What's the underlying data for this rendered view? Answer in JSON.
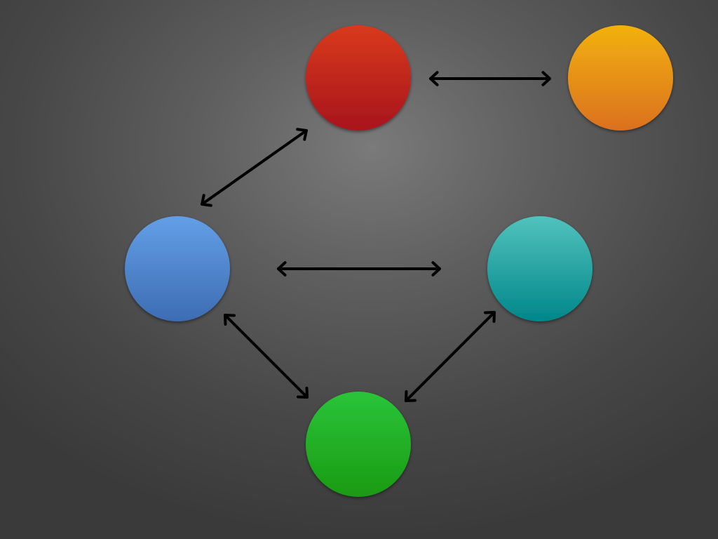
{
  "diagram": {
    "nodes": [
      {
        "id": "red",
        "name": "red-node",
        "color_top": "#d83a1c",
        "color_bottom": "#a8141a"
      },
      {
        "id": "orange",
        "name": "orange-node",
        "color_top": "#f2b10e",
        "color_bottom": "#db7020"
      },
      {
        "id": "blue",
        "name": "blue-node",
        "color_top": "#639fe6",
        "color_bottom": "#3d6cb3"
      },
      {
        "id": "teal",
        "name": "teal-node",
        "color_top": "#52c2bd",
        "color_bottom": "#00868a"
      },
      {
        "id": "green",
        "name": "green-node",
        "color_top": "#2ac43a",
        "color_bottom": "#1a9a12"
      }
    ],
    "edges": [
      {
        "name": "edge-red-orange",
        "from": "red",
        "to": "orange",
        "direction": "both"
      },
      {
        "name": "edge-blue-red",
        "from": "blue",
        "to": "red",
        "direction": "both"
      },
      {
        "name": "edge-blue-teal",
        "from": "blue",
        "to": "teal",
        "direction": "both"
      },
      {
        "name": "edge-blue-green",
        "from": "blue",
        "to": "green",
        "direction": "both"
      },
      {
        "name": "edge-green-teal",
        "from": "green",
        "to": "teal",
        "direction": "both"
      }
    ],
    "arrow_color": "#000000"
  }
}
